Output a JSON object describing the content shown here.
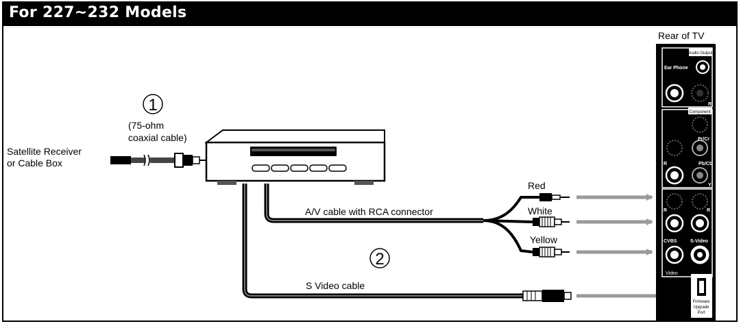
{
  "title": "For 227~232 Models",
  "labels": {
    "rear_of_tv": "Rear of TV",
    "step1_number": "1",
    "coax_line1": "(75-ohm",
    "coax_line2": "coaxial cable)",
    "source_line1": "Satellite Receiver",
    "source_line2": "or Cable Box",
    "red": "Red",
    "white": "White",
    "yellow": "Yellow",
    "av_cable": "A/V cable with RCA connector",
    "step2_number": "2",
    "svideo_cable": "S Video cable"
  },
  "panel": {
    "audio_output": "Audio Output",
    "ear_phone": "Ear Phone",
    "audio_r": "R",
    "component": "Component",
    "pr_cr": "Pr/Cr",
    "pb_cb": "Pb/Cb",
    "y": "Y",
    "comp_r": "R",
    "av_r_left": "R",
    "av_r_right": "R",
    "cvbs": "CVBS",
    "s_video": "S-Video",
    "video": "Video",
    "firmware1": "Firmware",
    "firmware2": "Upgrade",
    "firmware3": "Port"
  },
  "colors": {
    "background": "#ffffff",
    "ink": "#000000",
    "arrow": "#9a9a9a"
  }
}
